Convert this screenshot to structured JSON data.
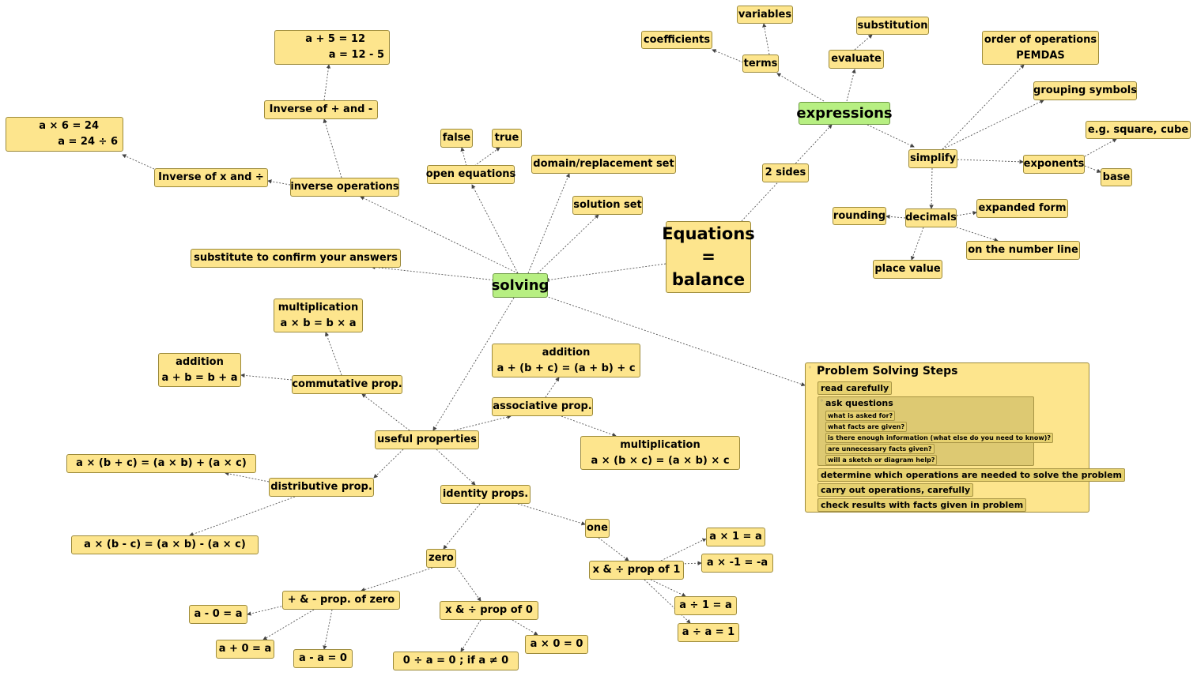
{
  "map": {
    "center": [
      "Equations",
      "=",
      "balance"
    ],
    "solving": "solving",
    "expressions": "expressions",
    "two_sides": "2 sides",
    "variables": "variables",
    "coefficients": "coefficients",
    "terms": "terms",
    "substitution": "substitution",
    "evaluate": "evaluate",
    "order_ops": [
      "order of operations",
      "PEMDAS"
    ],
    "grouping": "grouping symbols",
    "square_cube": "e.g. square, cube",
    "simplify": "simplify",
    "exponents": "exponents",
    "base": "base",
    "expanded_form": "expanded form",
    "rounding": "rounding",
    "decimals": "decimals",
    "number_line": "on the number line",
    "place_value": "place value",
    "a_plus_5": [
      "a + 5 = 12",
      "a = 12 - 5"
    ],
    "inv_plus_minus": "Inverse of + and -",
    "a_times_6": [
      "a × 6 = 24",
      "a = 24 ÷ 6"
    ],
    "inv_times_div": "Inverse of x and ÷",
    "inverse_ops": "inverse operations",
    "false": "false",
    "true": "true",
    "open_equations": "open equations",
    "domain": "domain/replacement set",
    "solution_set": "solution set",
    "substitute": "substitute to confirm your answers",
    "comm_mult": [
      "multiplication",
      "a × b = b × a"
    ],
    "comm_add": [
      "addition",
      "a + b = b + a"
    ],
    "commutative": "commutative prop.",
    "assoc_add": [
      "addition",
      "a + (b + c) = (a + b) + c"
    ],
    "associative": "associative prop.",
    "assoc_mult": [
      "multiplication",
      "a × (b × c) = (a × b) × c"
    ],
    "useful": "useful properties",
    "dist_plus": "a × (b + c) = (a × b) + (a × c)",
    "distributive": "distributive prop.",
    "dist_minus": "a × (b - c) = (a × b) - (a × c)",
    "identity": "identity props.",
    "one": "one",
    "zero": "zero",
    "prop_one": "x & ÷ prop of 1",
    "a_times_1": "a × 1 = a",
    "a_times_neg1": "a × -1 = -a",
    "a_div_1": "a ÷ 1 = a",
    "a_div_a": "a ÷ a = 1",
    "pm_zero": "+ & - prop. of zero",
    "a_minus_0": "a - 0 = a",
    "a_plus_0": "a + 0 = a",
    "a_minus_a": "a - a = 0",
    "td_zero": "x & ÷ prop of 0",
    "a_times_0": "a × 0 = 0",
    "zero_div": "0 ÷ a = 0 ; if a ≠ 0"
  },
  "steps": {
    "title": "Problem Solving Steps",
    "read": "read carefully",
    "ask": "ask questions",
    "questions": [
      "what is asked for?",
      "what facts are given?",
      "is there enough information (what else do you need to know)?",
      "are unnecessary facts given?",
      "will a sketch or diagram help?"
    ],
    "determine": "determine which operations are needed to solve the problem",
    "carry": "carry out operations, carefully",
    "check": "check results with facts given in problem"
  },
  "colors": {
    "node_fill": "#fde58d",
    "root_fill": "#b7ef82",
    "link": "#555555"
  }
}
